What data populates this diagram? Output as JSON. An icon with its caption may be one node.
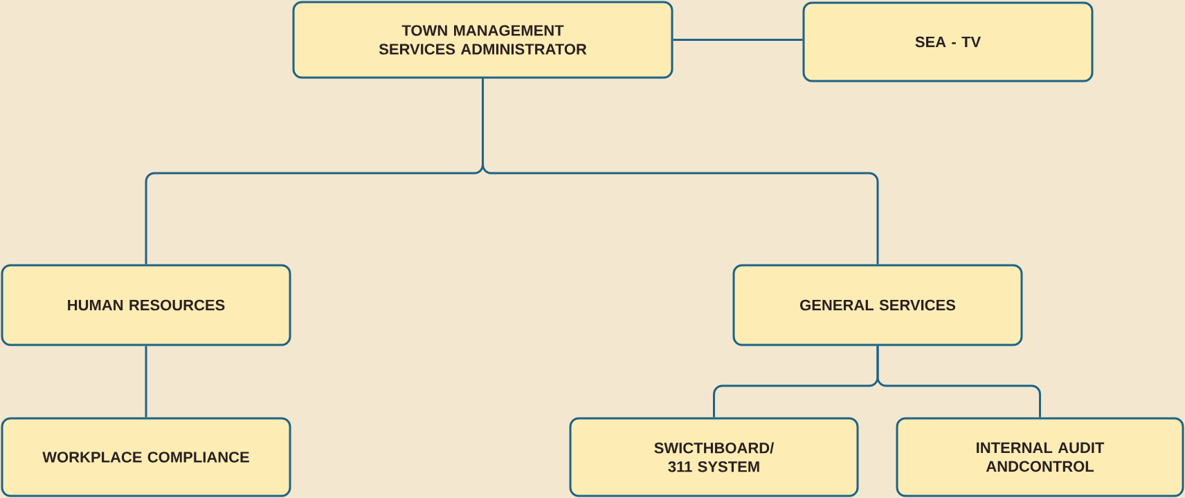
{
  "diagram": {
    "nodes": [
      {
        "text": [
          "TOWN MANAGEMENT SERVICES ADMINISTRATOR"
        ]
      },
      {
        "text": [
          "SEA - TV"
        ]
      },
      {
        "text": [
          "HUMAN RESOURCES"
        ]
      },
      {
        "text": [
          "GENERAL SERVICES"
        ]
      },
      {
        "text": [
          "WORKPLACE COMPLIANCE"
        ]
      },
      {
        "text": [
          "SWICTHBOARD/ 311 SYSTEM"
        ]
      },
      {
        "text": [
          "INTERNAL AUDIT ANDCONTROL"
        ]
      }
    ],
    "edges": [
      {
        "from": 0,
        "to": 1,
        "arrow": "none"
      },
      {
        "from": 0,
        "to": 2,
        "arrow": "none"
      },
      {
        "from": 0,
        "to": 3,
        "arrow": "none"
      },
      {
        "from": 2,
        "to": 4,
        "arrow": "none"
      },
      {
        "from": 3,
        "to": 5,
        "arrow": "none"
      },
      {
        "from": 3,
        "to": 6,
        "arrow": "none"
      }
    ]
  }
}
